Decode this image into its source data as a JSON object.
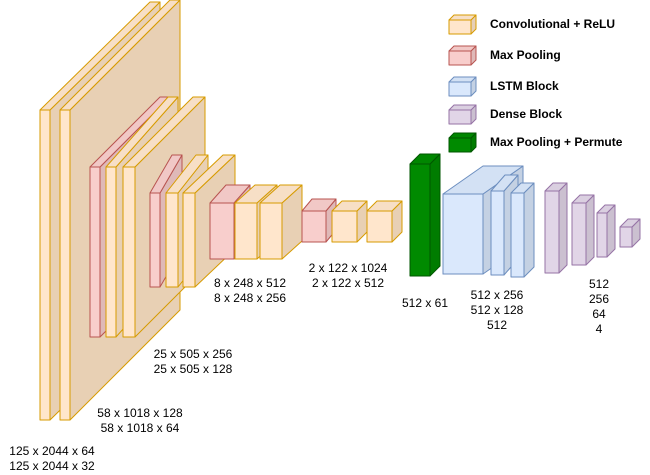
{
  "legend": [
    {
      "key": "conv",
      "label": "Convolutional + ReLU",
      "color": "#ffe6cc",
      "stroke": "#d79b00"
    },
    {
      "key": "pool",
      "label": "Max Pooling",
      "color": "#f8cecc",
      "stroke": "#b85450"
    },
    {
      "key": "lstm",
      "label": "LSTM Block",
      "color": "#dae8fc",
      "stroke": "#6c8ebf"
    },
    {
      "key": "dense",
      "label": "Dense Block",
      "color": "#e1d5e7",
      "stroke": "#9673a6"
    },
    {
      "key": "permute",
      "label": "Max Pooling + Permute",
      "color": "#008a00",
      "stroke": "#005700"
    }
  ],
  "labels": {
    "stage1": [
      "125 x 2044 x 64",
      "125 x 2044 x 32"
    ],
    "stage2": [
      "58 x 1018 x 128",
      "58 x 1018 x 64"
    ],
    "stage3": [
      "25 x 505 x 256",
      "25 x 505 x 128"
    ],
    "stage4": [
      "8 x 248 x 512",
      "8 x 248 x 256"
    ],
    "stage5": [
      "2 x 122 x 1024",
      "2 x 122 x 512"
    ],
    "permute": [
      "512 x 61"
    ],
    "lstm": [
      "512 x 256",
      "512 x 128",
      "512"
    ],
    "dense": [
      "512",
      "256",
      "64",
      "4"
    ]
  },
  "colors": {
    "conv_side": "#e8d0b4",
    "background": "#ffffff"
  }
}
